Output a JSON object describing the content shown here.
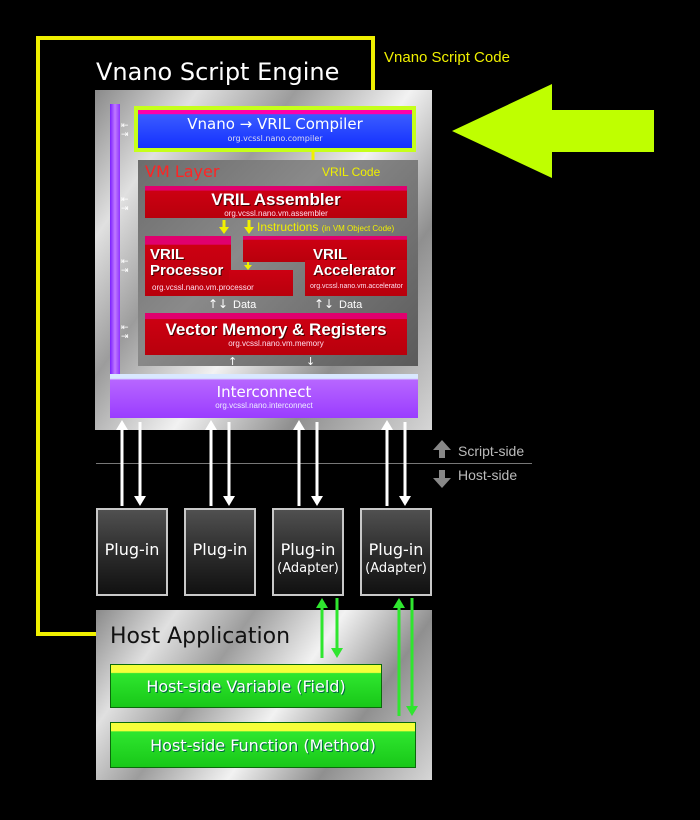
{
  "engine_title": "Vnano Script Engine",
  "script_code_label": "Vnano Script Code",
  "compiler": {
    "title": "Vnano → VRIL  Compiler",
    "package": "org.vcssl.nano.compiler"
  },
  "vm_layer_label": "VM Layer",
  "vril_code_label": "VRIL Code",
  "assembler": {
    "title": "VRIL Assembler",
    "package": "org.vcssl.nano.vm.assembler"
  },
  "instructions_label": "Instructions",
  "instructions_sub": "(in VM Object Code)",
  "processor": {
    "title_line1": "VRIL",
    "title_line2": "Processor",
    "package": "org.vcssl.nano.vm.processor"
  },
  "accelerator": {
    "title_line1": "VRIL",
    "title_line2": "Accelerator",
    "package": "org.vcssl.nano.vm.accelerator"
  },
  "data_label_1": "Data",
  "data_label_2": "Data",
  "memory": {
    "title": "Vector Memory & Registers",
    "package": "org.vcssl.nano.vm.memory"
  },
  "interconnect": {
    "title": "Interconnect",
    "package": "org.vcssl.nano.interconnect"
  },
  "script_side_label": "Script-side",
  "host_side_label": "Host-side",
  "plugins": [
    {
      "line1": "Plug-in",
      "line2": ""
    },
    {
      "line1": "Plug-in",
      "line2": ""
    },
    {
      "line1": "Plug-in",
      "line2": "(Adapter)"
    },
    {
      "line1": "Plug-in",
      "line2": "(Adapter)"
    }
  ],
  "host_app_title": "Host Application",
  "host_variable": "Host-side Variable (Field)",
  "host_function": "Host-side Function (Method)",
  "colors": {
    "script_line": "#f0f000",
    "big_arrow": "#bfff00",
    "compiler_blue": "#1a3cff",
    "interconnect_purple": "#a43cff",
    "vm_red": "#c8000e"
  }
}
